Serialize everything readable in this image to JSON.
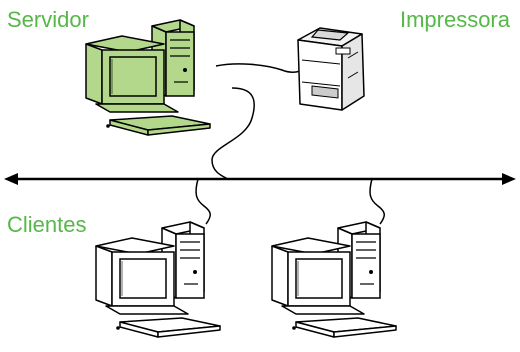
{
  "labels": {
    "server": "Servidor",
    "printer": "Impressora",
    "clients": "Clientes"
  },
  "colors": {
    "label_text": "#55b848",
    "server_fill": "#b3d88c",
    "line": "#000000"
  },
  "icons": {
    "server": "desktop-computer-icon",
    "printer": "laser-printer-icon",
    "clients": "desktop-computer-icon"
  }
}
